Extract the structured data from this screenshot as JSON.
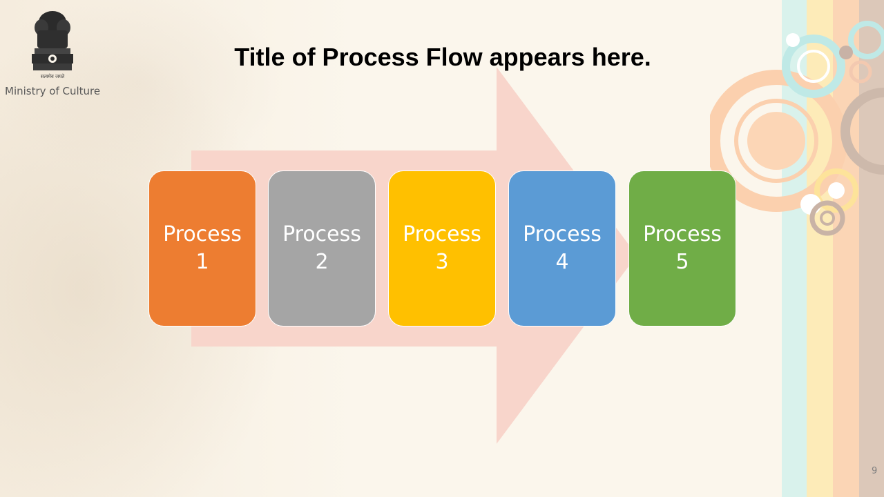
{
  "header": {
    "motto": "सत्यमेव जयते",
    "ministry": "Ministry of Culture"
  },
  "title": "Title of Process Flow appears here.",
  "flow": {
    "steps": [
      {
        "word": "Process",
        "number": "1",
        "color": "#ED7D31"
      },
      {
        "word": "Process",
        "number": "2",
        "color": "#A5A5A5"
      },
      {
        "word": "Process",
        "number": "3",
        "color": "#FFC000"
      },
      {
        "word": "Process",
        "number": "4",
        "color": "#5B9BD5"
      },
      {
        "word": "Process",
        "number": "5",
        "color": "#70AD47"
      }
    ],
    "arrow_color": "#F8D5CB"
  },
  "page_number": "9"
}
